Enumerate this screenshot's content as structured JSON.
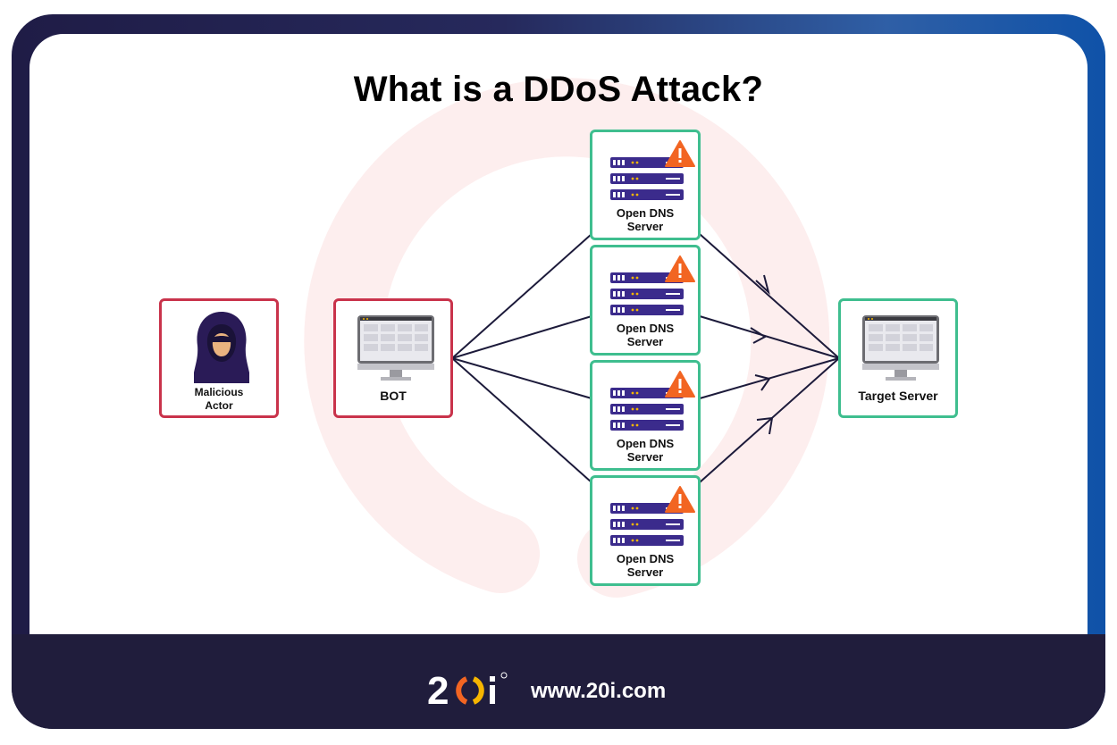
{
  "title": "What is a DDoS Attack?",
  "nodes": {
    "malicious_actor": "Malicious\nActor",
    "bot": "BOT",
    "dns_servers": [
      "Open DNS\nServer",
      "Open DNS\nServer",
      "Open DNS\nServer",
      "Open DNS\nServer"
    ],
    "target": "Target Server"
  },
  "footer": {
    "logo_text": "20i",
    "url": "www.20i.com"
  },
  "colors": {
    "attacker_border": "#c9334b",
    "server_border": "#3fbe8f",
    "server_rack": "#3b2b8c",
    "warning": "#f26522",
    "footer_bg": "#201d3c"
  }
}
